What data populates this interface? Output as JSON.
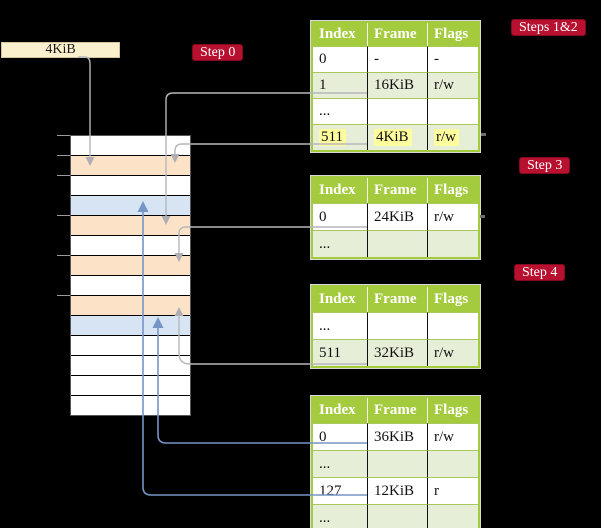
{
  "page_size_box": {
    "label": "4KiB"
  },
  "badges": {
    "step0": "Step 0",
    "steps12": "Steps 1&2",
    "step3": "Step 3",
    "step4": "Step 4"
  },
  "memory": {
    "rows": [
      "white",
      "orange",
      "white",
      "blue",
      "orange",
      "white",
      "orange",
      "white",
      "orange",
      "blue",
      "white",
      "white",
      "white",
      "white"
    ],
    "tick_rows": [
      0,
      1,
      2,
      4,
      6,
      8
    ]
  },
  "page_tables": [
    {
      "title": "page-table-steps-1-2",
      "headers": [
        "Index",
        "Frame",
        "Flags"
      ],
      "rows": [
        {
          "cells": [
            "0",
            "-",
            "-"
          ],
          "tint": false,
          "highlight": false
        },
        {
          "cells": [
            "1",
            "16KiB",
            "r/w"
          ],
          "tint": true,
          "highlight": false
        },
        {
          "cells": [
            "...",
            "",
            ""
          ],
          "tint": false,
          "highlight": false
        },
        {
          "cells": [
            "511",
            "4KiB",
            "r/w"
          ],
          "tint": true,
          "highlight": true
        }
      ]
    },
    {
      "title": "page-table-step-3",
      "headers": [
        "Index",
        "Frame",
        "Flags"
      ],
      "rows": [
        {
          "cells": [
            "0",
            "24KiB",
            "r/w"
          ],
          "tint": false,
          "highlight": false
        },
        {
          "cells": [
            "...",
            "",
            ""
          ],
          "tint": true,
          "highlight": false
        }
      ]
    },
    {
      "title": "page-table-step-4",
      "headers": [
        "Index",
        "Frame",
        "Flags"
      ],
      "rows": [
        {
          "cells": [
            "...",
            "",
            ""
          ],
          "tint": false,
          "highlight": false
        },
        {
          "cells": [
            "511",
            "32KiB",
            "r/w"
          ],
          "tint": true,
          "highlight": false
        }
      ]
    },
    {
      "title": "page-table-final",
      "headers": [
        "Index",
        "Frame",
        "Flags"
      ],
      "rows": [
        {
          "cells": [
            "0",
            "36KiB",
            "r/w"
          ],
          "tint": false,
          "highlight": false
        },
        {
          "cells": [
            "...",
            "",
            ""
          ],
          "tint": true,
          "highlight": false
        },
        {
          "cells": [
            "127",
            "12KiB",
            "r"
          ],
          "tint": false,
          "highlight": false
        },
        {
          "cells": [
            "...",
            "",
            ""
          ],
          "tint": true,
          "highlight": false
        }
      ]
    }
  ],
  "connections": [
    {
      "from": "page-size-label",
      "to": "memory-row-2",
      "color": "gray"
    },
    {
      "from": "table1-row-1",
      "to": "memory-row-5",
      "color": "gray"
    },
    {
      "from": "table1-row-511",
      "to": "memory-row-2",
      "color": "gray"
    },
    {
      "from": "table2-row-0",
      "to": "memory-row-7",
      "color": "gray"
    },
    {
      "from": "table3-row-511",
      "to": "memory-row-9",
      "color": "gray"
    },
    {
      "from": "table4-row-0",
      "to": "memory-row-10",
      "color": "blue"
    },
    {
      "from": "table4-row-127",
      "to": "memory-row-4",
      "color": "blue"
    }
  ],
  "colors": {
    "background": "#000000",
    "table_header_green": "#a4ca3d",
    "table_tint_row": "#e7eed8",
    "highlight_yellow": "#fdfd9d",
    "memory_orange": "#fce3c7",
    "memory_blue": "#d7e4f4",
    "badge_red": "#b8102f",
    "wire_gray": "#b7b7bc",
    "wire_blue": "#7495c6",
    "label_box_cream": "#fbf0cd"
  }
}
